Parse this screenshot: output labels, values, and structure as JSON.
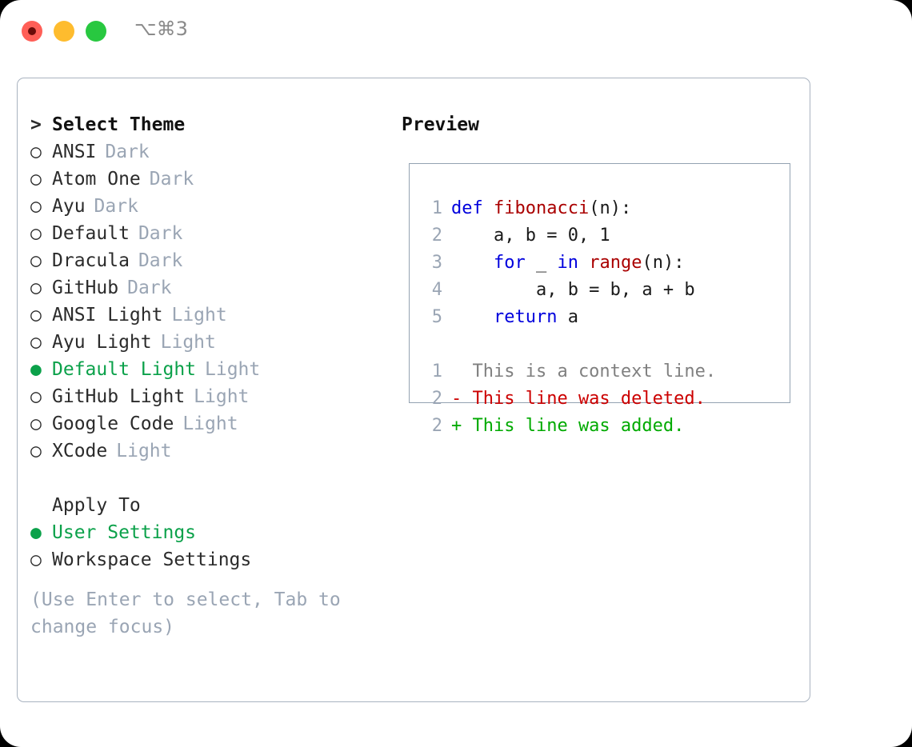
{
  "titlebar": {
    "shortcut": "⌥⌘3",
    "buttons": [
      {
        "name": "close",
        "color": "#ff5f57"
      },
      {
        "name": "minimize",
        "color": "#febc2e"
      },
      {
        "name": "zoom",
        "color": "#28c840"
      }
    ]
  },
  "colors": {
    "accent_green": "#0ba14a",
    "muted": "#9aa5b4",
    "keyword_blue": "#0000dd",
    "function_red": "#aa0000",
    "diff_add": "#00aa00",
    "diff_del": "#cc0000",
    "diff_ctx": "#808080",
    "border": "#a9b3c0"
  },
  "theme_list": {
    "header_marker": ">",
    "header_label": "Select Theme",
    "marker_unselected": "○",
    "marker_selected": "●",
    "items": [
      {
        "label": "ANSI",
        "tag": "Dark",
        "selected": false
      },
      {
        "label": "Atom One",
        "tag": "Dark",
        "selected": false
      },
      {
        "label": "Ayu",
        "tag": "Dark",
        "selected": false
      },
      {
        "label": "Default",
        "tag": "Dark",
        "selected": false
      },
      {
        "label": "Dracula",
        "tag": "Dark",
        "selected": false
      },
      {
        "label": "GitHub",
        "tag": "Dark",
        "selected": false
      },
      {
        "label": "ANSI Light",
        "tag": "Light",
        "selected": false
      },
      {
        "label": "Ayu Light",
        "tag": "Light",
        "selected": false
      },
      {
        "label": "Default Light",
        "tag": "Light",
        "selected": true
      },
      {
        "label": "GitHub Light",
        "tag": "Light",
        "selected": false
      },
      {
        "label": "Google Code",
        "tag": "Light",
        "selected": false
      },
      {
        "label": "XCode",
        "tag": "Light",
        "selected": false
      }
    ]
  },
  "apply_to": {
    "header_label": "Apply To",
    "items": [
      {
        "label": "User Settings",
        "selected": true
      },
      {
        "label": "Workspace Settings",
        "selected": false
      }
    ]
  },
  "hint": "(Use Enter to select, Tab to change focus)",
  "preview": {
    "title": "Preview",
    "code_lines": [
      {
        "no": "1",
        "tokens": [
          {
            "t": "def",
            "c": "kw"
          },
          {
            "t": " ",
            "c": "ctext"
          },
          {
            "t": "fibonacci",
            "c": "fn"
          },
          {
            "t": "(n):",
            "c": "ctext"
          }
        ]
      },
      {
        "no": "2",
        "tokens": [
          {
            "t": "    a, b = 0, 1",
            "c": "ctext"
          }
        ]
      },
      {
        "no": "3",
        "tokens": [
          {
            "t": "    ",
            "c": "ctext"
          },
          {
            "t": "for",
            "c": "kw"
          },
          {
            "t": " _ ",
            "c": "ctext"
          },
          {
            "t": "in",
            "c": "kw"
          },
          {
            "t": " ",
            "c": "ctext"
          },
          {
            "t": "range",
            "c": "fn"
          },
          {
            "t": "(n):",
            "c": "ctext"
          }
        ]
      },
      {
        "no": "4",
        "tokens": [
          {
            "t": "        a, b = b, a + b",
            "c": "ctext"
          }
        ]
      },
      {
        "no": "5",
        "tokens": [
          {
            "t": "    ",
            "c": "ctext"
          },
          {
            "t": "return",
            "c": "kw"
          },
          {
            "t": " a",
            "c": "ctext"
          }
        ]
      }
    ],
    "diff_lines": [
      {
        "no": "1",
        "prefix": "  ",
        "text": "This is a context line.",
        "kind": "diff-ctx"
      },
      {
        "no": "2",
        "prefix": "- ",
        "text": "This line was deleted.",
        "kind": "diff-del"
      },
      {
        "no": "2",
        "prefix": "+ ",
        "text": "This line was added.",
        "kind": "diff-add"
      }
    ]
  }
}
